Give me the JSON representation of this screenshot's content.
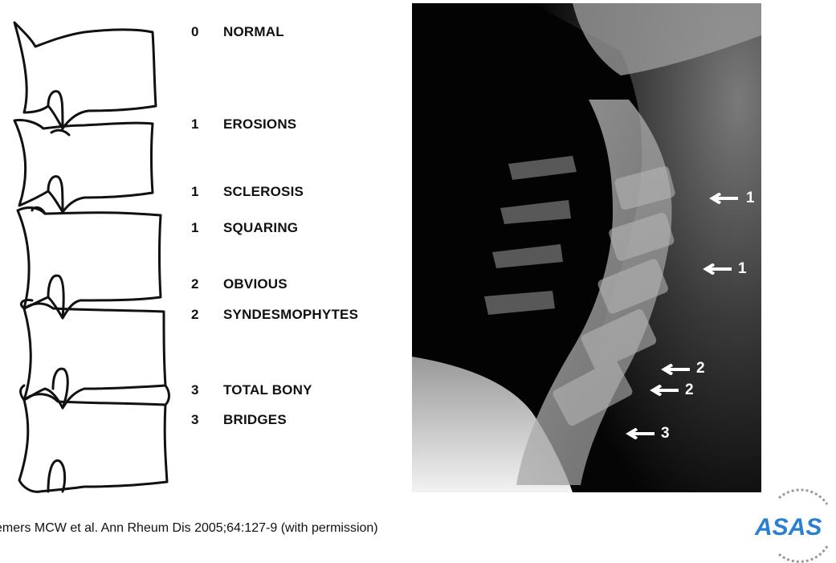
{
  "grades": [
    {
      "score": "0",
      "label": "NORMAL"
    },
    {
      "score": "1",
      "label": "EROSIONS"
    },
    {
      "score": "1",
      "label": "SCLEROSIS"
    },
    {
      "score": "1",
      "label": "SQUARING"
    },
    {
      "score": "2",
      "label": "OBVIOUS"
    },
    {
      "score": "2",
      "label": "SYNDESMOPHYTES"
    },
    {
      "score": "3",
      "label": "TOTAL BONY"
    },
    {
      "score": "3",
      "label": "BRIDGES"
    }
  ],
  "xray_arrows": [
    {
      "label": "1"
    },
    {
      "label": "1"
    },
    {
      "label": "2"
    },
    {
      "label": "2"
    },
    {
      "label": "3"
    }
  ],
  "citation": "emers MCW et al. Ann Rheum Dis 2005;64:127-9 (with permission)",
  "logo": {
    "text": "ASAS",
    "color": "#2a7fd0"
  }
}
